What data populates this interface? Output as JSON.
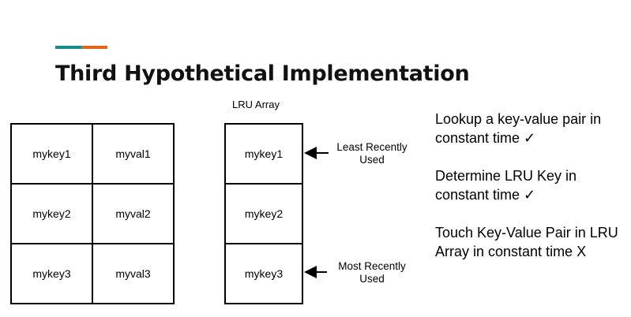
{
  "colors": {
    "accent_teal": "#1a8a87",
    "accent_orange": "#e3651d"
  },
  "title": "Third Hypothetical Implementation",
  "kv_table": {
    "rows": [
      {
        "key": "mykey1",
        "value": "myval1"
      },
      {
        "key": "mykey2",
        "value": "myval2"
      },
      {
        "key": "mykey3",
        "value": "myval3"
      }
    ]
  },
  "lru_array": {
    "label": "LRU Array",
    "cells": [
      "mykey1",
      "mykey2",
      "mykey3"
    ],
    "least_recent_note": "Least Recently\nUsed",
    "most_recent_note": "Most Recently\nUsed"
  },
  "checklist": [
    "Lookup a key-value pair in constant time ✓",
    "Determine LRU Key in constant time ✓",
    "Touch Key-Value Pair in LRU Array in constant time X"
  ]
}
